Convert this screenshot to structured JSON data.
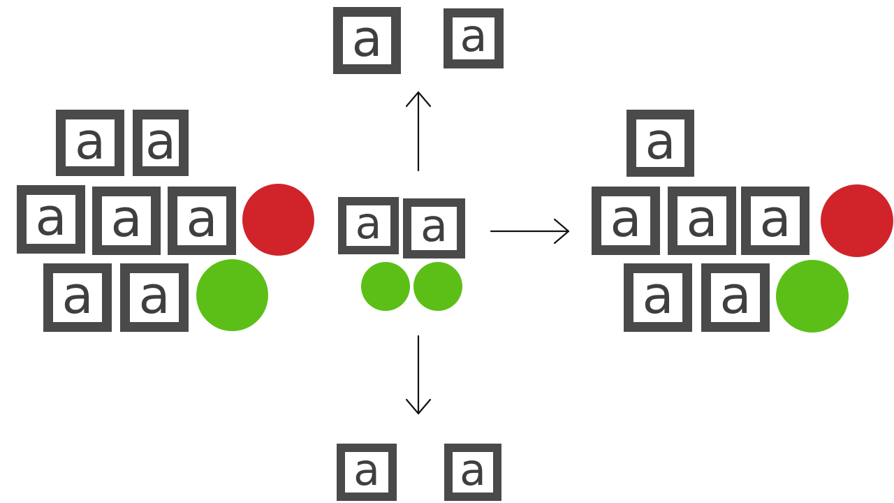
{
  "tile_glyph": "a",
  "colors": {
    "tile_border": "#4a4a4a",
    "glyph": "#3f3f3f",
    "red_ball": "#d0242a",
    "green_ball": "#5cbf18",
    "arrow": "#111111"
  },
  "groups": [
    {
      "id": "left-cluster",
      "tiles": 7,
      "balls": [
        "red",
        "green"
      ]
    },
    {
      "id": "center-pair",
      "tiles": 2,
      "balls": [
        "green",
        "green"
      ]
    },
    {
      "id": "top-split",
      "tiles": 2,
      "balls": []
    },
    {
      "id": "bottom-split",
      "tiles": 2,
      "balls": []
    },
    {
      "id": "right-cluster",
      "tiles": 6,
      "balls": [
        "red",
        "green"
      ]
    }
  ],
  "arrows": [
    "up",
    "right",
    "down"
  ]
}
